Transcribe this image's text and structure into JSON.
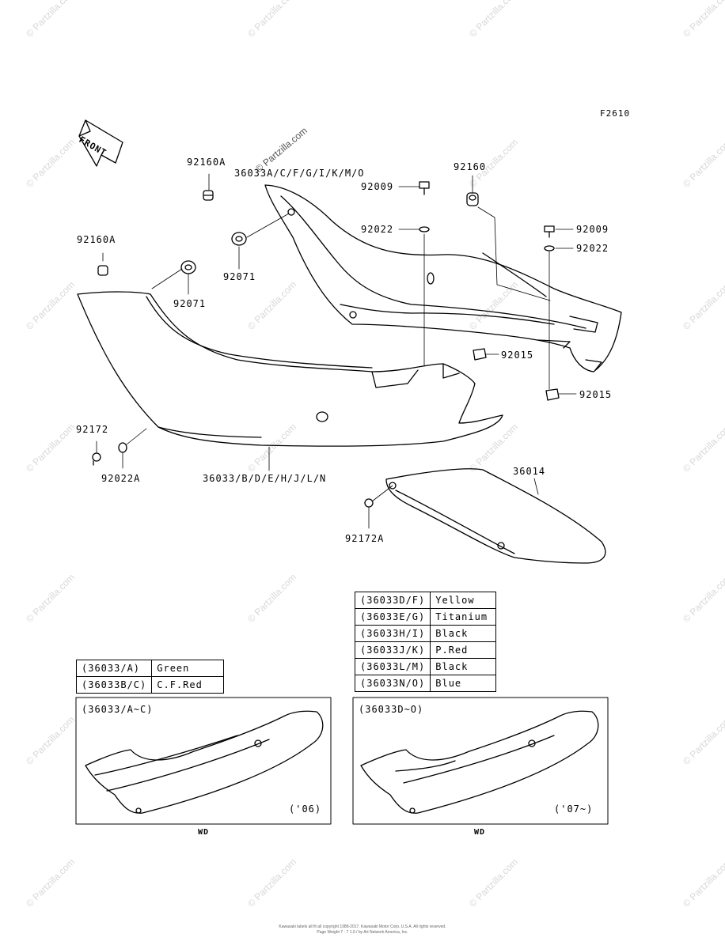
{
  "figure_code": "F2610",
  "front_label": "FRONT",
  "watermark": "© Partzilla.com",
  "part_labels": {
    "p92160A_top": "92160A",
    "p36033A": "36033A/C/F/G/I/K/M/O",
    "p92160": "92160",
    "p92009_a": "92009",
    "p92022_a": "92022",
    "p92009_b": "92009",
    "p92022_b": "92022",
    "p92160A_left": "92160A",
    "p92071_a": "92071",
    "p92071_b": "92071",
    "p92015_a": "92015",
    "p92015_b": "92015",
    "p92172": "92172",
    "p92022A": "92022A",
    "p36033": "36033/B/D/E/H/J/L/N",
    "p36014": "36014",
    "p92172A": "92172A"
  },
  "color_table_right": [
    {
      "code": "(36033D/F)",
      "color": "Yellow"
    },
    {
      "code": "(36033E/G)",
      "color": "Titanium"
    },
    {
      "code": "(36033H/I)",
      "color": "Black"
    },
    {
      "code": "(36033J/K)",
      "color": "P.Red"
    },
    {
      "code": "(36033L/M)",
      "color": "Black"
    },
    {
      "code": "(36033N/O)",
      "color": "Blue"
    }
  ],
  "color_table_left": [
    {
      "code": "(36033/A)",
      "color": "Green"
    },
    {
      "code": "(36033B/C)",
      "color": "C.F.Red"
    }
  ],
  "box_left": {
    "title": "(36033/A~C)",
    "year": "('06)",
    "caption": "WD"
  },
  "box_right": {
    "title": "(36033D~O)",
    "year": "('07~)",
    "caption": "WD"
  },
  "footer": {
    "line1": "Kawasaki labels all fit all copyright 1988-2017. Kawasaki Motor Corp. U.S.A. All rights reserved.",
    "line2": "Page Weight 7 - 7 1.0 / by Art Network America, Inc."
  }
}
